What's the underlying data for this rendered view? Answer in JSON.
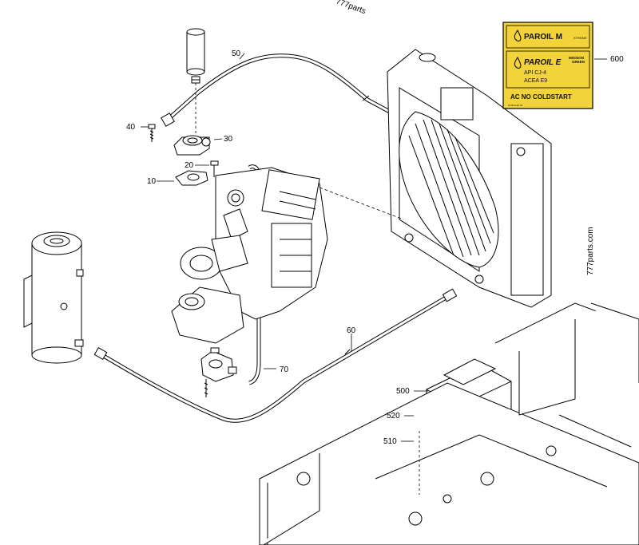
{
  "callouts": {
    "c10": "10",
    "c20": "20",
    "c30": "30",
    "c40": "40",
    "c50": "50",
    "c60": "60",
    "c70": "70",
    "c500": "500",
    "c510": "510",
    "c520": "520",
    "c600": "600"
  },
  "watermarks": {
    "top": "777parts",
    "side": "777parts.com"
  },
  "label": {
    "oil1_title": "PAROIL M",
    "oil1_tag": "XTREME",
    "oil2_title": "PAROIL E",
    "oil2_tag1": "MISSION",
    "oil2_tag2": "GREEN",
    "oil2_spec1": "API  CJ-4",
    "oil2_spec2": "ACEA  E9",
    "warning": "AC NO COLDSTART",
    "code": "1618 2120 00"
  },
  "colors": {
    "label_yellow": "#f2d33a",
    "line": "#000000"
  }
}
